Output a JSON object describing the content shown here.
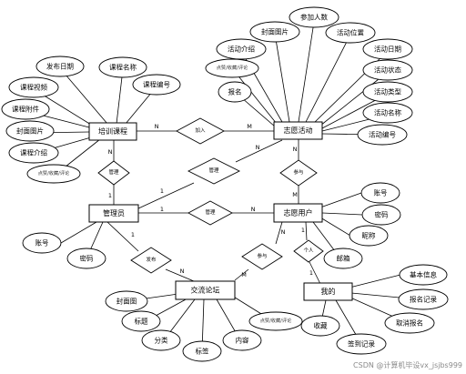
{
  "entities": {
    "course": "培训课程",
    "activity": "志愿活动",
    "admin": "管理员",
    "user": "志愿用户",
    "forum": "交流论坛",
    "mine": "我的"
  },
  "relations": {
    "join": "加入",
    "manage_course": "管理",
    "manage_activity": "管理",
    "manage_user": "管理",
    "publish": "发布",
    "post": "参与",
    "personal": "个人"
  },
  "cardinality": {
    "course_join": "N",
    "join_activity": "M",
    "course_mc": "N",
    "mc_admin": "1",
    "admin_ma": "1",
    "ma_activity": "N",
    "activity_post": "N",
    "post_user": "M",
    "admin_mu": "1",
    "mu_user": "N",
    "admin_pub": "1",
    "pub_forum": "N",
    "user_forum_p": "N",
    "forum_p_forum": "M",
    "user_personal": "1",
    "personal_mine": "1"
  },
  "attributes": {
    "course": {
      "publish_date": "发布日期",
      "course_name": "课程名称",
      "course_video": "课程视频",
      "course_number": "课程编号",
      "course_file": "课程附件",
      "cover_image": "封面图片",
      "course_intro": "课程介绍",
      "interactions": "点赞/收藏/评论"
    },
    "activity": {
      "participants": "参加人数",
      "cover_image": "封面图片",
      "activity_intro": "活动介绍",
      "activity_location": "活动位置",
      "activity_date": "活动日期",
      "interactions": "点赞/收藏/评论",
      "activity_status": "活动状态",
      "signup": "报名",
      "activity_type": "活动类型",
      "activity_name": "活动名称",
      "activity_number": "活动编号"
    },
    "admin": {
      "account": "账号",
      "password": "密码"
    },
    "user": {
      "account": "账号",
      "password": "密码",
      "nickname": "昵称",
      "email": "邮箱"
    },
    "forum": {
      "cover_image": "封面图",
      "title": "标题",
      "category": "分类",
      "tag": "标签",
      "content": "内容",
      "interactions": "点赞/收藏/评论"
    },
    "mine": {
      "basic_info": "基本信息",
      "signup_record": "报名记录",
      "cancel_signup": "取消报名",
      "favorites": "收藏",
      "checkin_record": "签到记录"
    }
  },
  "watermark": "CSDN @计算机毕设vx_jsjbs999"
}
